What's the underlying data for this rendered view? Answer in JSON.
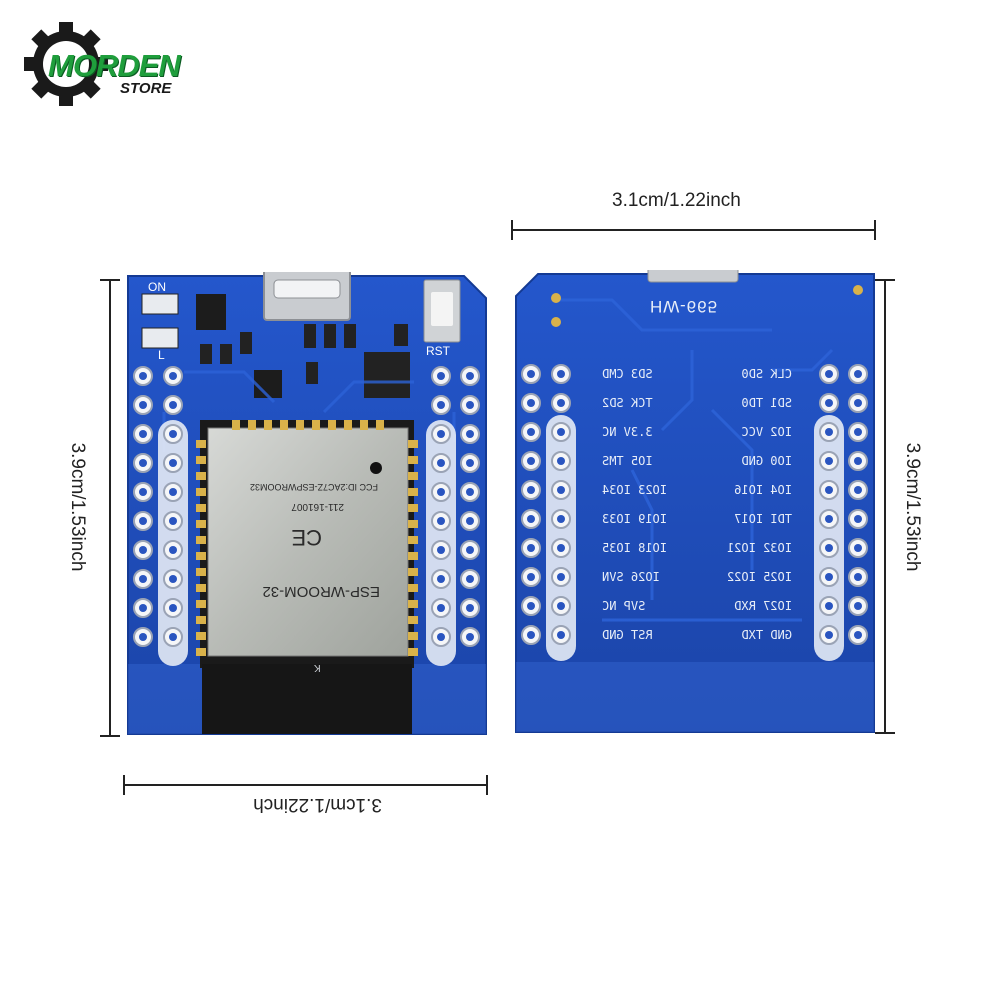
{
  "brand": {
    "name_main": "MORDEN",
    "name_sub": "STORE",
    "colors": {
      "gear": "#1a1a1a",
      "accent": "#1f9e3c"
    }
  },
  "dimensions": {
    "top_width": "3.1cm/1.22inch",
    "bottom_width": "3.1cm/1.22inch",
    "left_height": "3.9cm/1.53inch",
    "right_height": "3.9cm/1.53inch"
  },
  "front_board": {
    "led_on": "ON",
    "led_l": "L",
    "reset_label": "RST",
    "module_name": "ESP-WROOM-32",
    "fcc_id": "FCC ID:2AC7Z-ESPWROOM32",
    "cert_id": "211-161007",
    "ce_mark": "CE",
    "k_mark": "K",
    "pcb_color": "#1e4fc2"
  },
  "back_board": {
    "model": "HW-665",
    "left_labels": [
      "SD3  CMD",
      "TCK  SD2",
      "3.3V NC",
      "IO5  TMS",
      "IO23 IO34",
      "IO19 IO33",
      "IO18 IO35",
      "IO26 SVN",
      "SVP  NC",
      "RST  GND"
    ],
    "right_labels": [
      "CLK  SD0",
      "SD1  TD0",
      "IO2  VCC",
      "IO0  GND",
      "IO4  IO16",
      "TDI  IO17",
      "IO32 IO21",
      "IO25 IO22",
      "IO27 RXD",
      "GND  TXD"
    ]
  }
}
